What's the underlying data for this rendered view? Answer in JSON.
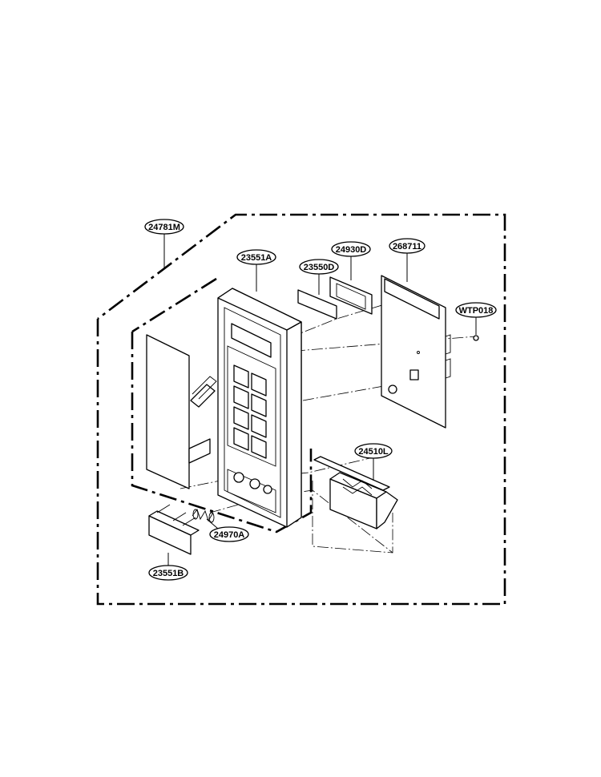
{
  "callouts": [
    {
      "key": "c24781M",
      "label": "24781M"
    },
    {
      "key": "c23551A",
      "label": "23551A"
    },
    {
      "key": "c23550D",
      "label": "23550D"
    },
    {
      "key": "c24930D",
      "label": "24930D"
    },
    {
      "key": "c268711",
      "label": "268711"
    },
    {
      "key": "cWTP018",
      "label": "WTP018"
    },
    {
      "key": "c24510L",
      "label": "24510L"
    },
    {
      "key": "c24970A",
      "label": "24970A"
    },
    {
      "key": "c23551B",
      "label": "23551B"
    }
  ]
}
